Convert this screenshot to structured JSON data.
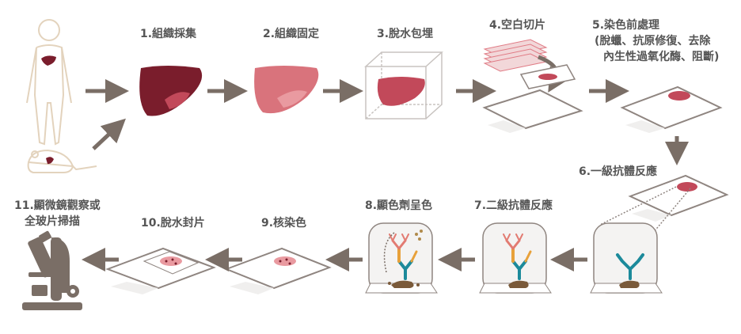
{
  "colors": {
    "label": "#555555",
    "arrow": "#7a6e66",
    "silhouette": "#e3d3bd",
    "liver_dark": "#7a1d2c",
    "liver_mid": "#c2495a",
    "liver_light": "#e07b85",
    "antibody_teal": "#1c8a9b",
    "antibody_orange": "#e8a13a",
    "antibody_pink": "#e27b72",
    "slide_line": "#8f8580",
    "slide_fill": "#f0efee",
    "tissue_dark": "#7a5a3a"
  },
  "steps": [
    {
      "label": "1.組織採集"
    },
    {
      "label": "2.組織固定"
    },
    {
      "label": "3.脫水包埋"
    },
    {
      "label": "4.空白切片"
    },
    {
      "label": "5.染色前處理",
      "sub1": "(脫蠟、抗原修復、去除",
      "sub2": "內生性過氧化酶、阻斷)"
    },
    {
      "label": "6.一級抗體反應"
    },
    {
      "label": "7.二級抗體反應"
    },
    {
      "label": "8.顯色劑呈色"
    },
    {
      "label": "9.核染色"
    },
    {
      "label": "10.脫水封片"
    },
    {
      "label": "11.顯微鏡觀察或",
      "sub1": "全玻片掃描"
    }
  ]
}
